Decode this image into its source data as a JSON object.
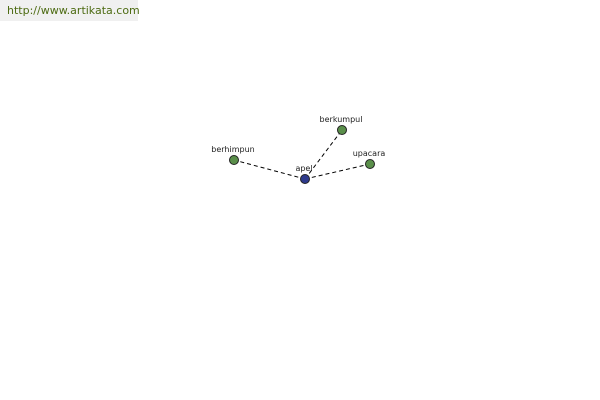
{
  "source": {
    "url": "http://www.artikata.com"
  },
  "graph": {
    "center": {
      "label": "apel",
      "color": "#2e3a8c"
    },
    "neighbors": [
      {
        "label": "berkumpul",
        "color": "#5a8f4a"
      },
      {
        "label": "berhimpun",
        "color": "#5a8f4a"
      },
      {
        "label": "upacara",
        "color": "#5a8f4a"
      }
    ],
    "edge_color": "#000000"
  }
}
